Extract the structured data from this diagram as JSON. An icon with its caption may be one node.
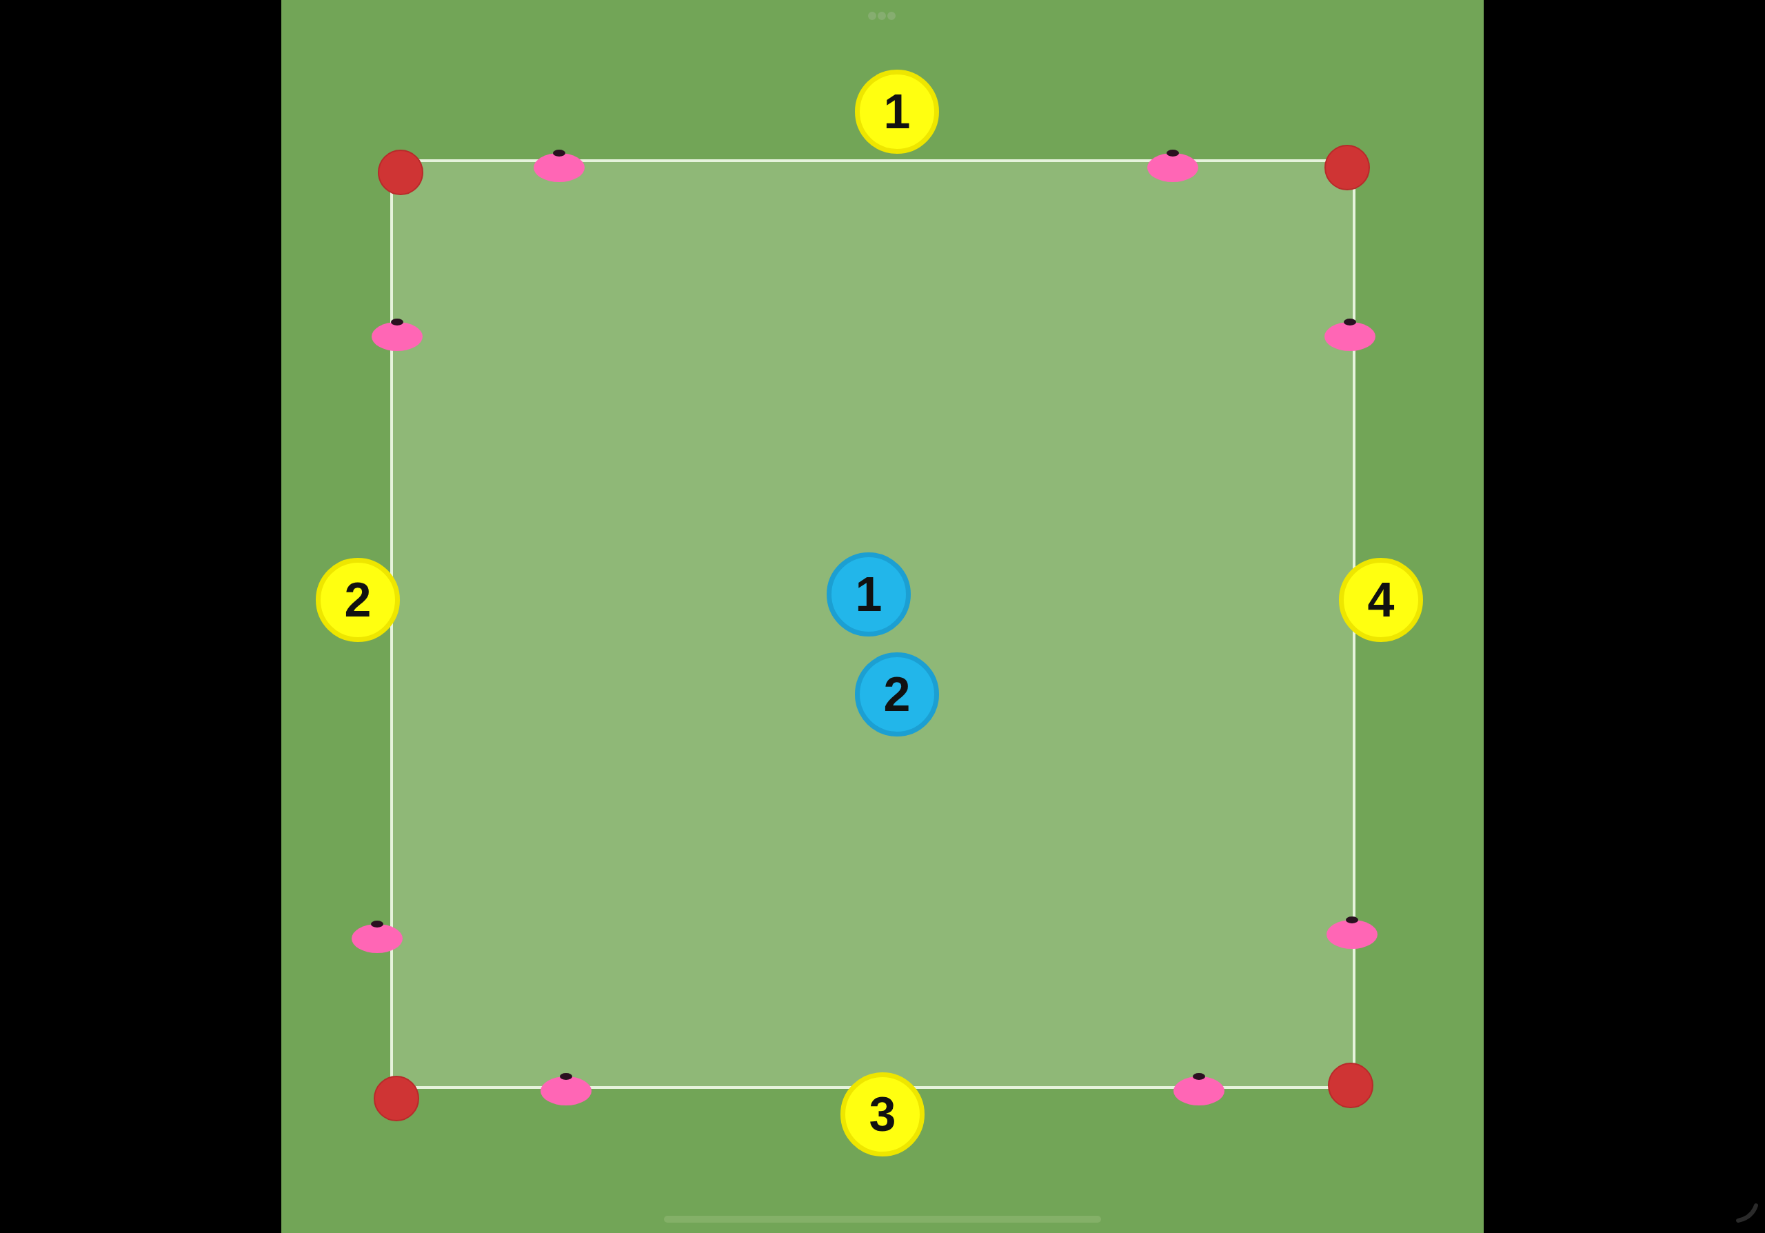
{
  "diagram": {
    "nodes": [
      {
        "text": [
          "1"
        ]
      },
      {
        "text": [
          "2"
        ]
      },
      {
        "text": [
          "1"
        ]
      },
      {
        "text": [
          "4"
        ]
      },
      {
        "text": [
          "2"
        ]
      },
      {
        "text": [
          "3"
        ]
      }
    ]
  }
}
